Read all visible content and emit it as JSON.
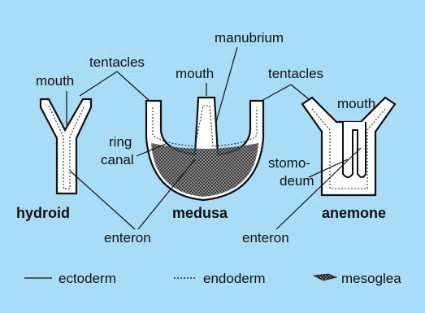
{
  "labels": {
    "hydroid_tentacles": "tentacles",
    "hydroid_mouth": "mouth",
    "hydroid_name": "hydroid",
    "medusa_mouth": "mouth",
    "manubrium": "manubrium",
    "ring": "ring",
    "canal": "canal",
    "medusa_name": "medusa",
    "anemone_tentacles": "tentacles",
    "anemone_mouth": "mouth",
    "stomo": "stomo-",
    "deum": "deum",
    "anemone_name": "anemone",
    "enteron_left": "enteron",
    "enteron_right": "enteron"
  },
  "legend": {
    "ectoderm": "ectoderm",
    "endoderm": "endoderm",
    "mesoglea": "mesoglea"
  },
  "colors": {
    "background": "#a9dcf6",
    "outline": "#111111"
  }
}
